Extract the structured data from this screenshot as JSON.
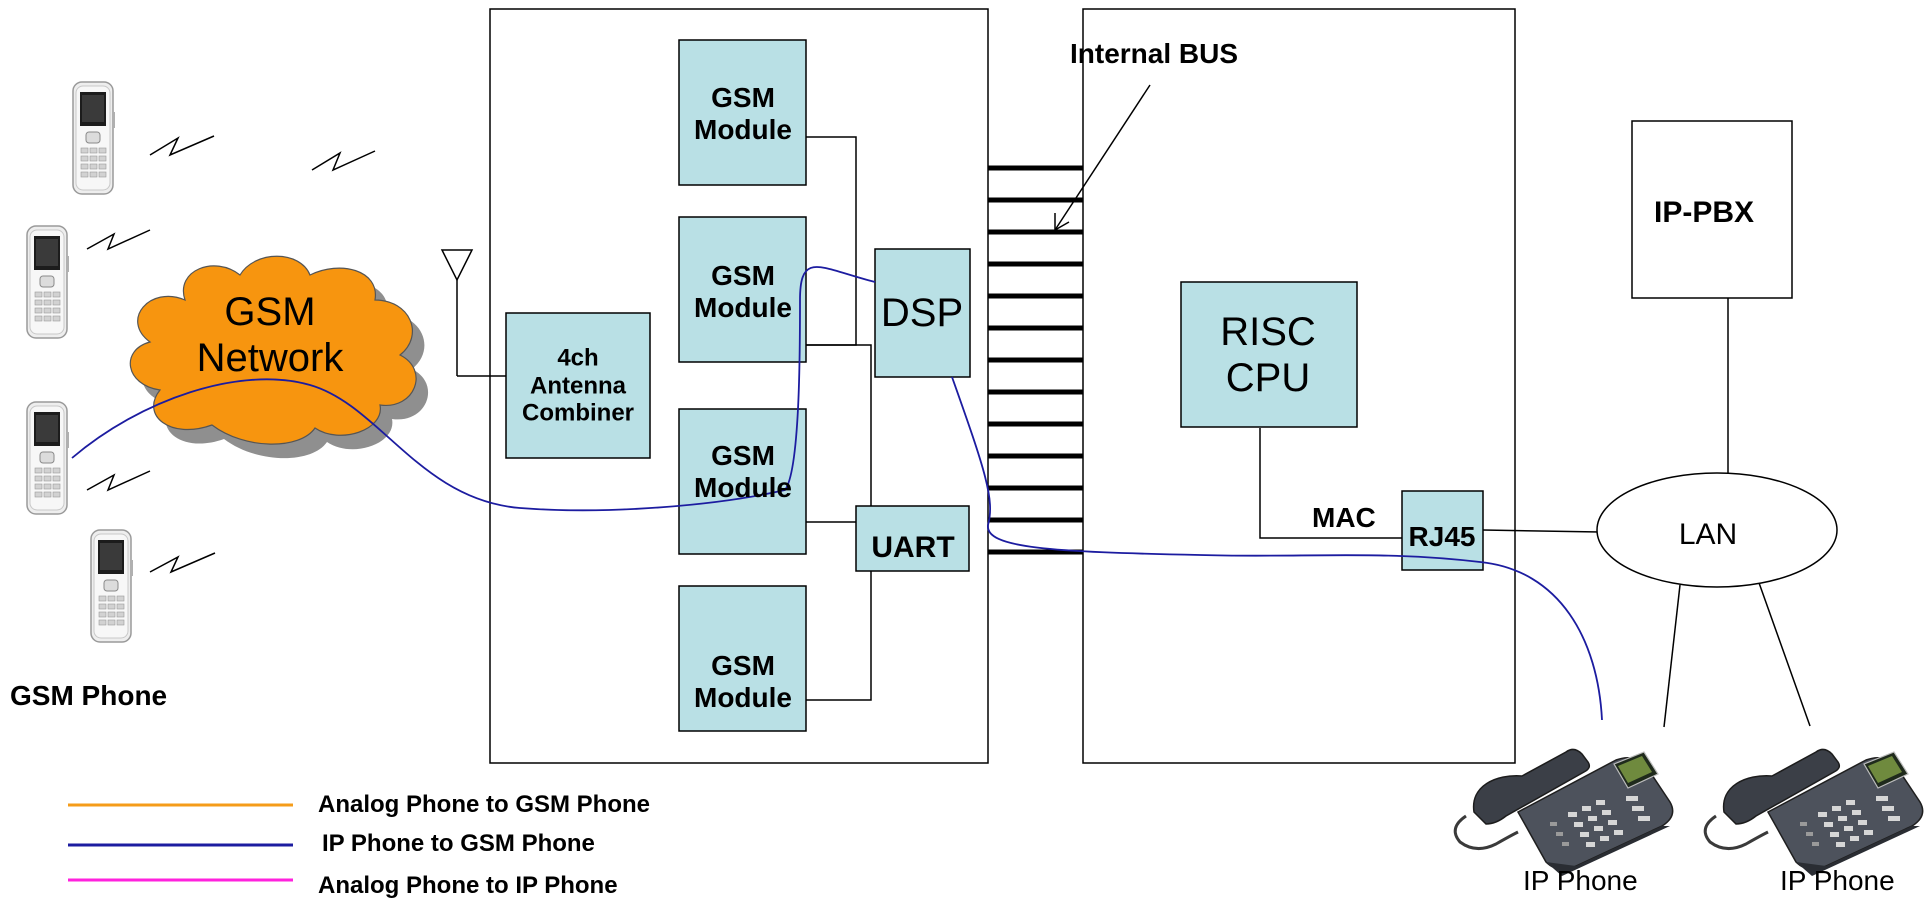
{
  "labels": {
    "internal_bus": "Internal BUS",
    "gsm_network_line1": "GSM",
    "gsm_network_line2": "Network",
    "antenna_combiner_line1": "4ch",
    "antenna_combiner_line2": "Antenna",
    "antenna_combiner_line3": "Combiner",
    "gsm_module_line1": "GSM",
    "gsm_module_line2": "Module",
    "dsp": "DSP",
    "uart": "UART",
    "risc_cpu_line1": "RISC",
    "risc_cpu_line2": "CPU",
    "mac": "MAC",
    "rj45": "RJ45",
    "ip_pbx": "IP-PBX",
    "lan": "LAN",
    "gsm_phone": "GSM Phone",
    "ip_phone": "IP Phone"
  },
  "legend": [
    {
      "label": "Analog Phone to GSM Phone",
      "color": "#f59c1a"
    },
    {
      "label": "IP Phone to GSM Phone",
      "color": "#1c1ca0"
    },
    {
      "label": "Analog Phone to IP Phone",
      "color": "#ff22dd"
    }
  ],
  "colors": {
    "module_fill": "#b9e0e5",
    "cloud_fill": "#f7950f",
    "cloud_shadow": "#8f8f8f",
    "signal_path": "#1c1ca0"
  },
  "icons": [
    "gsm-handset-icon",
    "ip-desk-phone-icon",
    "antenna-icon",
    "radio-wave-icon"
  ]
}
